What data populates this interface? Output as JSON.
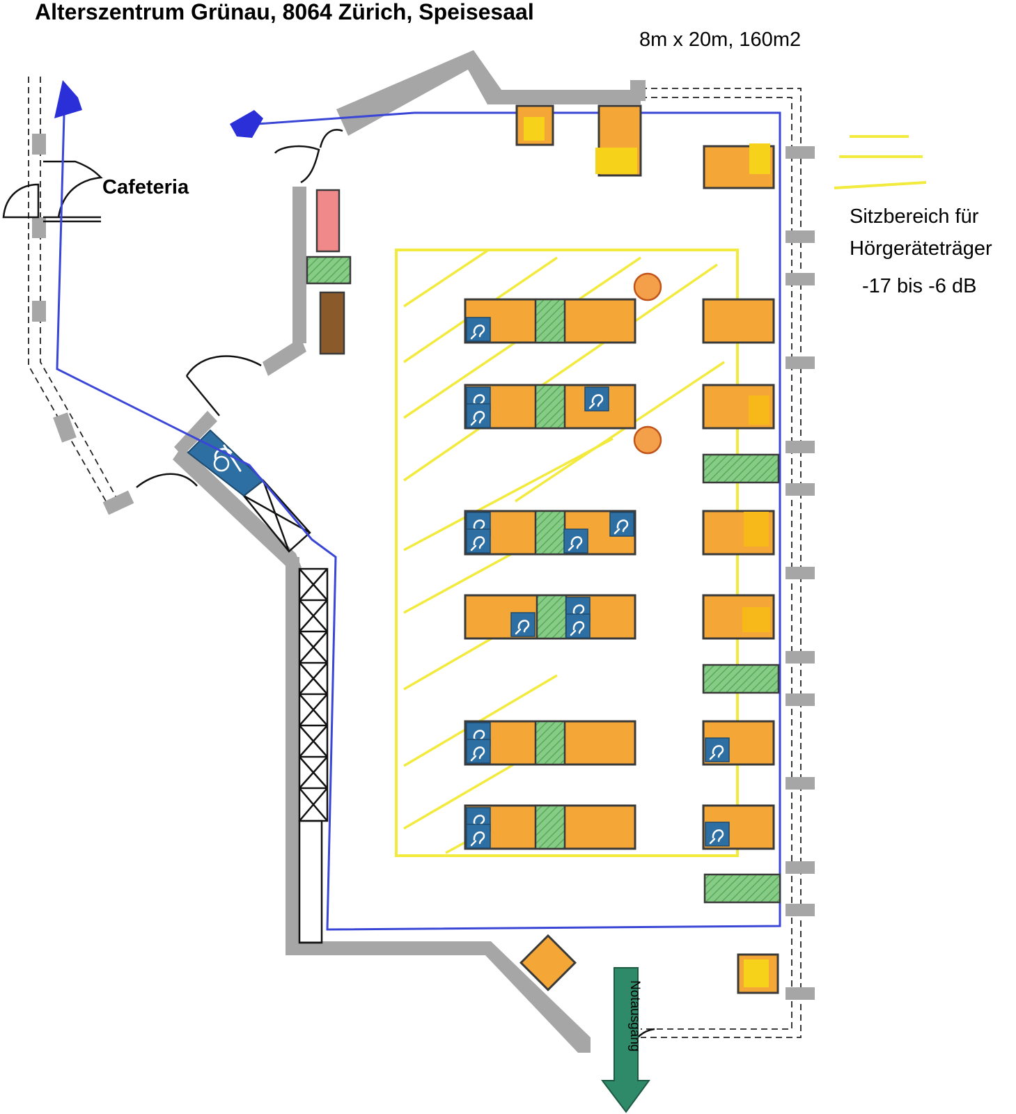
{
  "header": {
    "title": "Alterszentrum Grünau, 8064  Zürich, Speisesaal",
    "dimensions": "8m x 20m, 160m2"
  },
  "labels": {
    "cafeteria": "Cafeteria",
    "emergency_exit": "Notausgang"
  },
  "legend": {
    "line1": "Sitzbereich  für",
    "line2": "Hörgeräteträger",
    "line3": "-17  bis -6 dB"
  },
  "colors": {
    "table": "#f4a637",
    "hearing_zone": "#f2ea3c",
    "route": "#3a46d6",
    "hearing_symbol": "#2e6fa3",
    "plant": "#7bc67a",
    "wall": "#a6a6a6",
    "exit_arrow": "#2f8a6a"
  },
  "icons": [
    "hearing-loop-icon",
    "exit-arrow-icon",
    "flow-arrow-icon",
    "door-swing-icon"
  ]
}
